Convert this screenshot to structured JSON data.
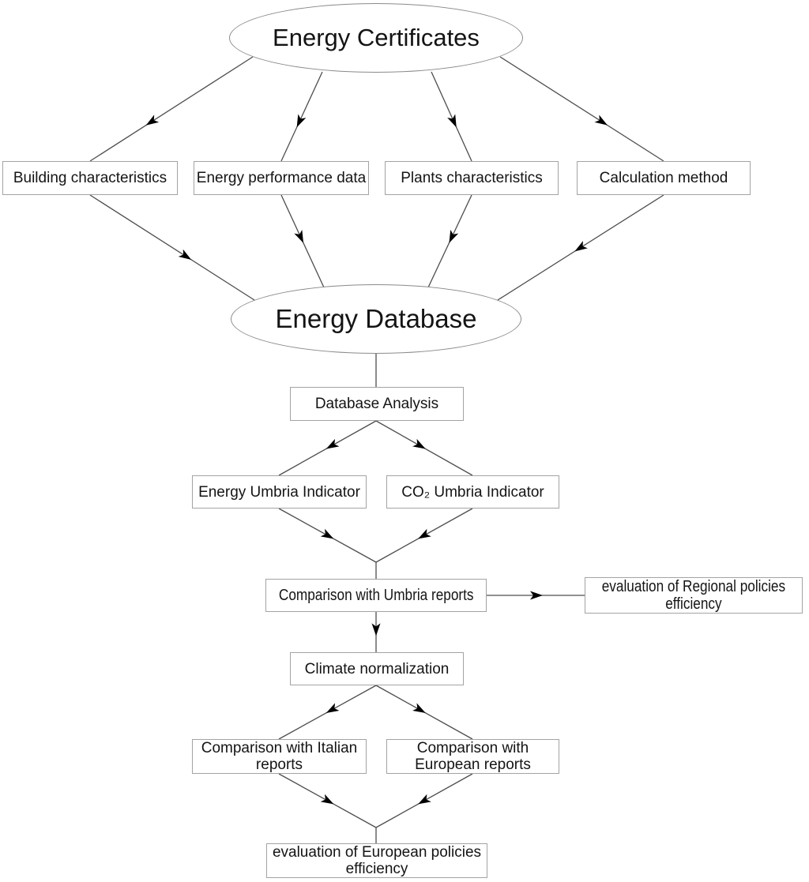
{
  "diagram": {
    "nodes": {
      "energy_certificates": "Energy Certificates",
      "building_characteristics": "Building characteristics",
      "energy_performance_data": "Energy performance data",
      "plants_characteristics": "Plants characteristics",
      "calculation_method": "Calculation method",
      "energy_database": "Energy Database",
      "database_analysis": "Database Analysis",
      "energy_umbria_indicator": "Energy Umbria Indicator",
      "co2_umbria_indicator": "CO₂ Umbria Indicator",
      "comparison_umbria_reports": "Comparison with Umbria reports",
      "evaluation_regional_policies": "evaluation of Regional policies efficiency",
      "climate_normalization": "Climate normalization",
      "comparison_italian_reports": "Comparison with Italian reports",
      "comparison_european_reports": "Comparison with European reports",
      "evaluation_european_policies": "evaluation of European policies efficiency"
    },
    "colors": {
      "background": "#ffffff",
      "line": "#4d4d4d",
      "arrowhead": "#000000",
      "box_border": "#a3a3a3",
      "ellipse_border": "#8a8a8a",
      "text": "#141414"
    }
  }
}
